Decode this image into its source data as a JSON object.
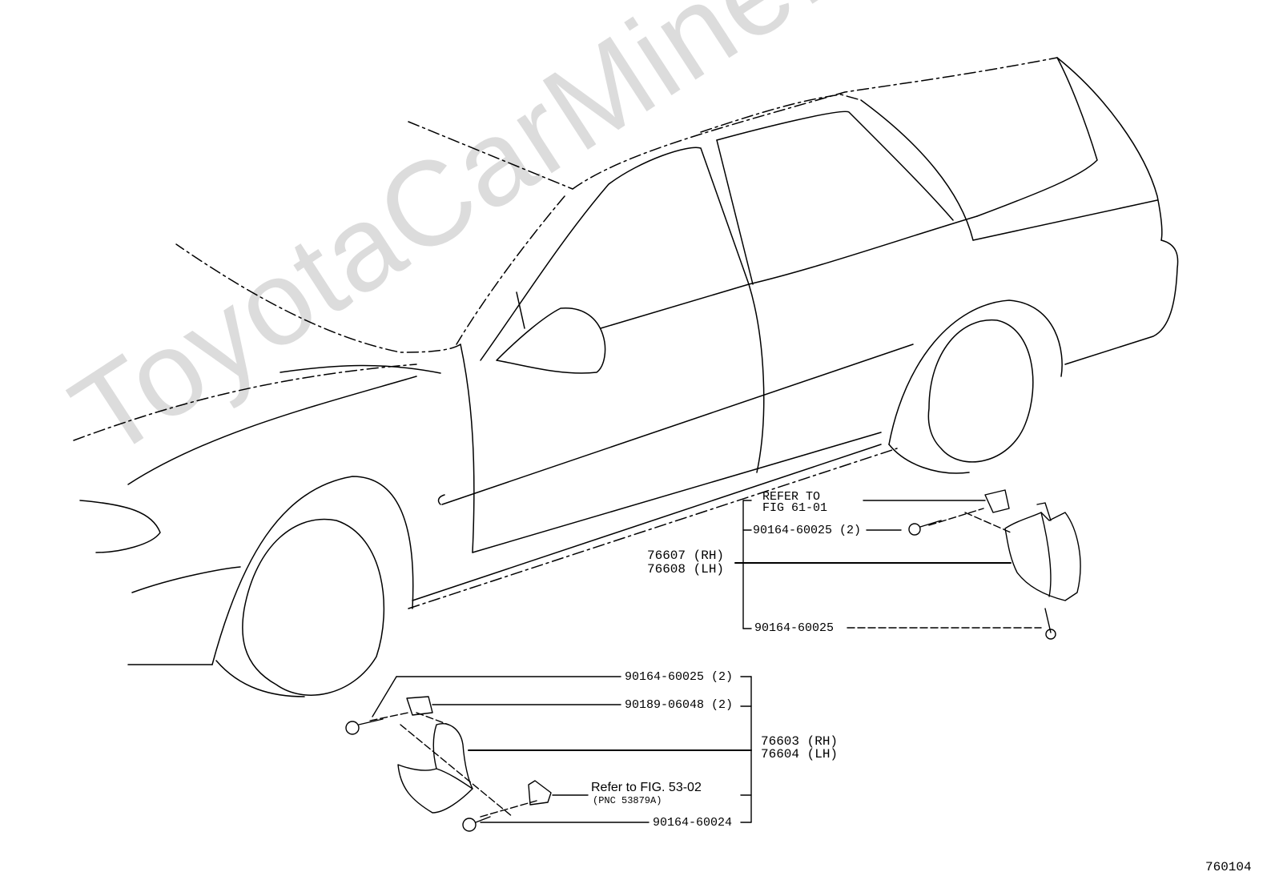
{
  "watermark": "ToyotaCarMine.ru",
  "figure_number": "760104",
  "rear_group": {
    "refer_line1": "REFER TO",
    "refer_line2": "FIG 61-01",
    "screw_top": "90164-60025 (2)",
    "part_rh": "76607 (RH)",
    "part_lh": "76608 (LH)",
    "screw_bottom": "90164-60025"
  },
  "front_group": {
    "screw_top": "90164-60025 (2)",
    "clip": "90189-06048 (2)",
    "part_rh": "76603 (RH)",
    "part_lh": "76604 (LH)",
    "refer_fig": "Refer to FIG. 53-02",
    "refer_pnc": "(PNC 53879A)",
    "screw_bottom": "90164-60024"
  }
}
